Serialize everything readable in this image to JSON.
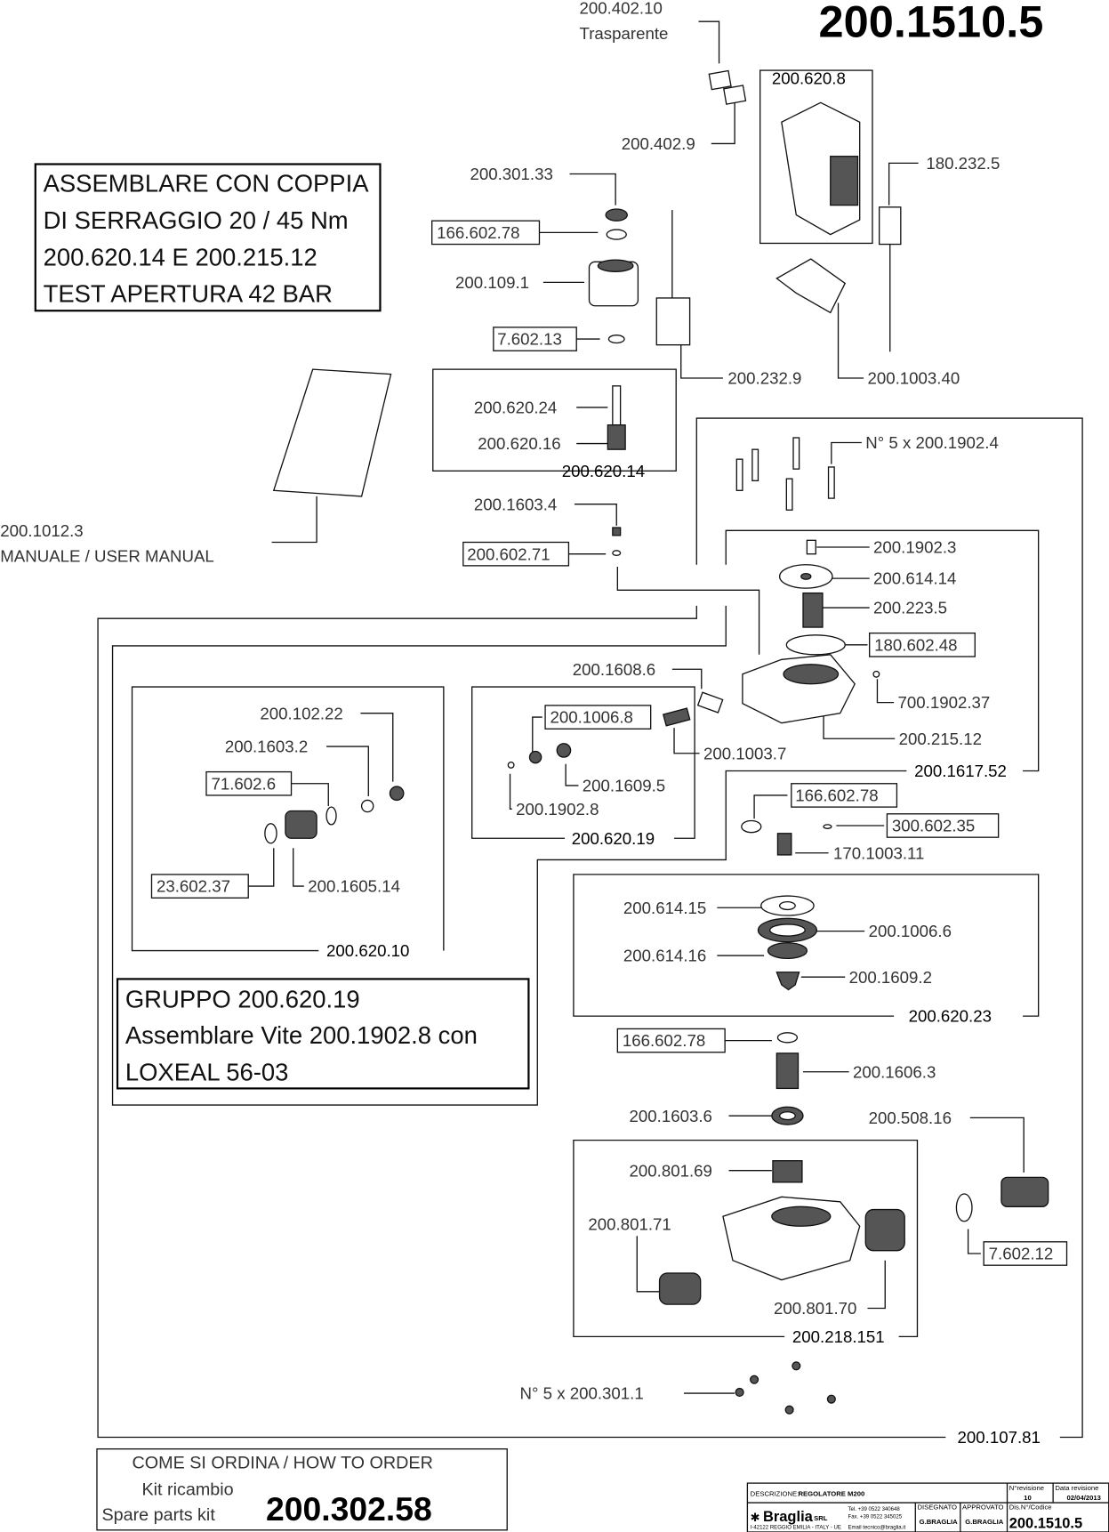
{
  "title": "200.1510.5",
  "labels": {
    "l1": "200.402.10",
    "l1b": "Trasparente",
    "l2": "200.620.8",
    "l3": "200.402.9",
    "l4": "180.232.5",
    "l5": "200.301.33",
    "l6": "166.602.78",
    "l7": "200.109.1",
    "l8": "7.602.13",
    "l9": "200.232.9",
    "l10": "200.1003.40",
    "l11": "200.620.24",
    "l12": "200.620.16",
    "l13": "200.620.14",
    "l14": "N° 5 x 200.1902.4",
    "l15": "200.1603.4",
    "l16": "200.602.71",
    "l17": "200.1012.3",
    "l17b": "MANUALE / USER MANUAL",
    "l18": "200.1902.3",
    "l19": "200.614.14",
    "l20": "200.223.5",
    "l21": "180.602.48",
    "l22": "200.1608.6",
    "l23": "700.1902.37",
    "l24": "200.1006.8",
    "l25": "200.102.22",
    "l26": "200.1603.2",
    "l27": "200.1003.7",
    "l28": "200.215.12",
    "l29": "200.1617.52",
    "l30": "71.602.6",
    "l31": "200.1609.5",
    "l32": "200.1902.8",
    "l33": "166.602.78",
    "l34": "300.602.35",
    "l35": "200.620.19",
    "l36": "170.1003.11",
    "l37": "23.602.37",
    "l38": "200.1605.14",
    "l39": "200.614.15",
    "l40": "200.1006.6",
    "l41": "200.614.16",
    "l42": "200.620.10",
    "l43": "200.1609.2",
    "l44": "200.620.23",
    "l45": "166.602.78",
    "l46": "200.1606.3",
    "l47": "200.1603.6",
    "l48": "200.508.16",
    "l49": "200.801.69",
    "l50": "200.801.71",
    "l51": "7.602.12",
    "l52": "200.801.70",
    "l53": "200.218.151",
    "l54": "N° 5 x 200.301.1",
    "l55": "200.107.81"
  },
  "note1": [
    "ASSEMBLARE CON COPPIA",
    "DI SERRAGGIO 20 / 45 Nm",
    "200.620.14 E 200.215.12",
    "TEST APERTURA 42 BAR"
  ],
  "note2": [
    "GRUPPO 200.620.19",
    "Assemblare Vite 200.1902.8 con",
    "LOXEAL 56-03"
  ],
  "order": {
    "heading": "COME SI ORDINA / HOW TO ORDER",
    "kit_it": "Kit ricambio",
    "kit_en": "Spare parts kit",
    "code": "200.302.58"
  },
  "title_block": {
    "description_label": "DESCRIZIONE:",
    "description": "REGOLATORE M200",
    "revision_label": "N°revisione",
    "revision": "10",
    "date_label": "Data revisione",
    "date": "02/04/2013",
    "company": "Braglia",
    "company_suffix": "SRL",
    "tel": "Tel. +39 0522 340648",
    "fax": "Fax. +39 0522 345025",
    "address": "I-42122 REGGIO EMILIA - ITALY - UE",
    "email": "Email tecnico@braglia.it",
    "drawn_label": "DISEGNATO",
    "drawn": "G.BRAGLIA",
    "approved_label": "APPROVATO",
    "approved": "G.BRAGLIA",
    "code_label": "Dis.N°/Codice",
    "code": "200.1510.5"
  }
}
